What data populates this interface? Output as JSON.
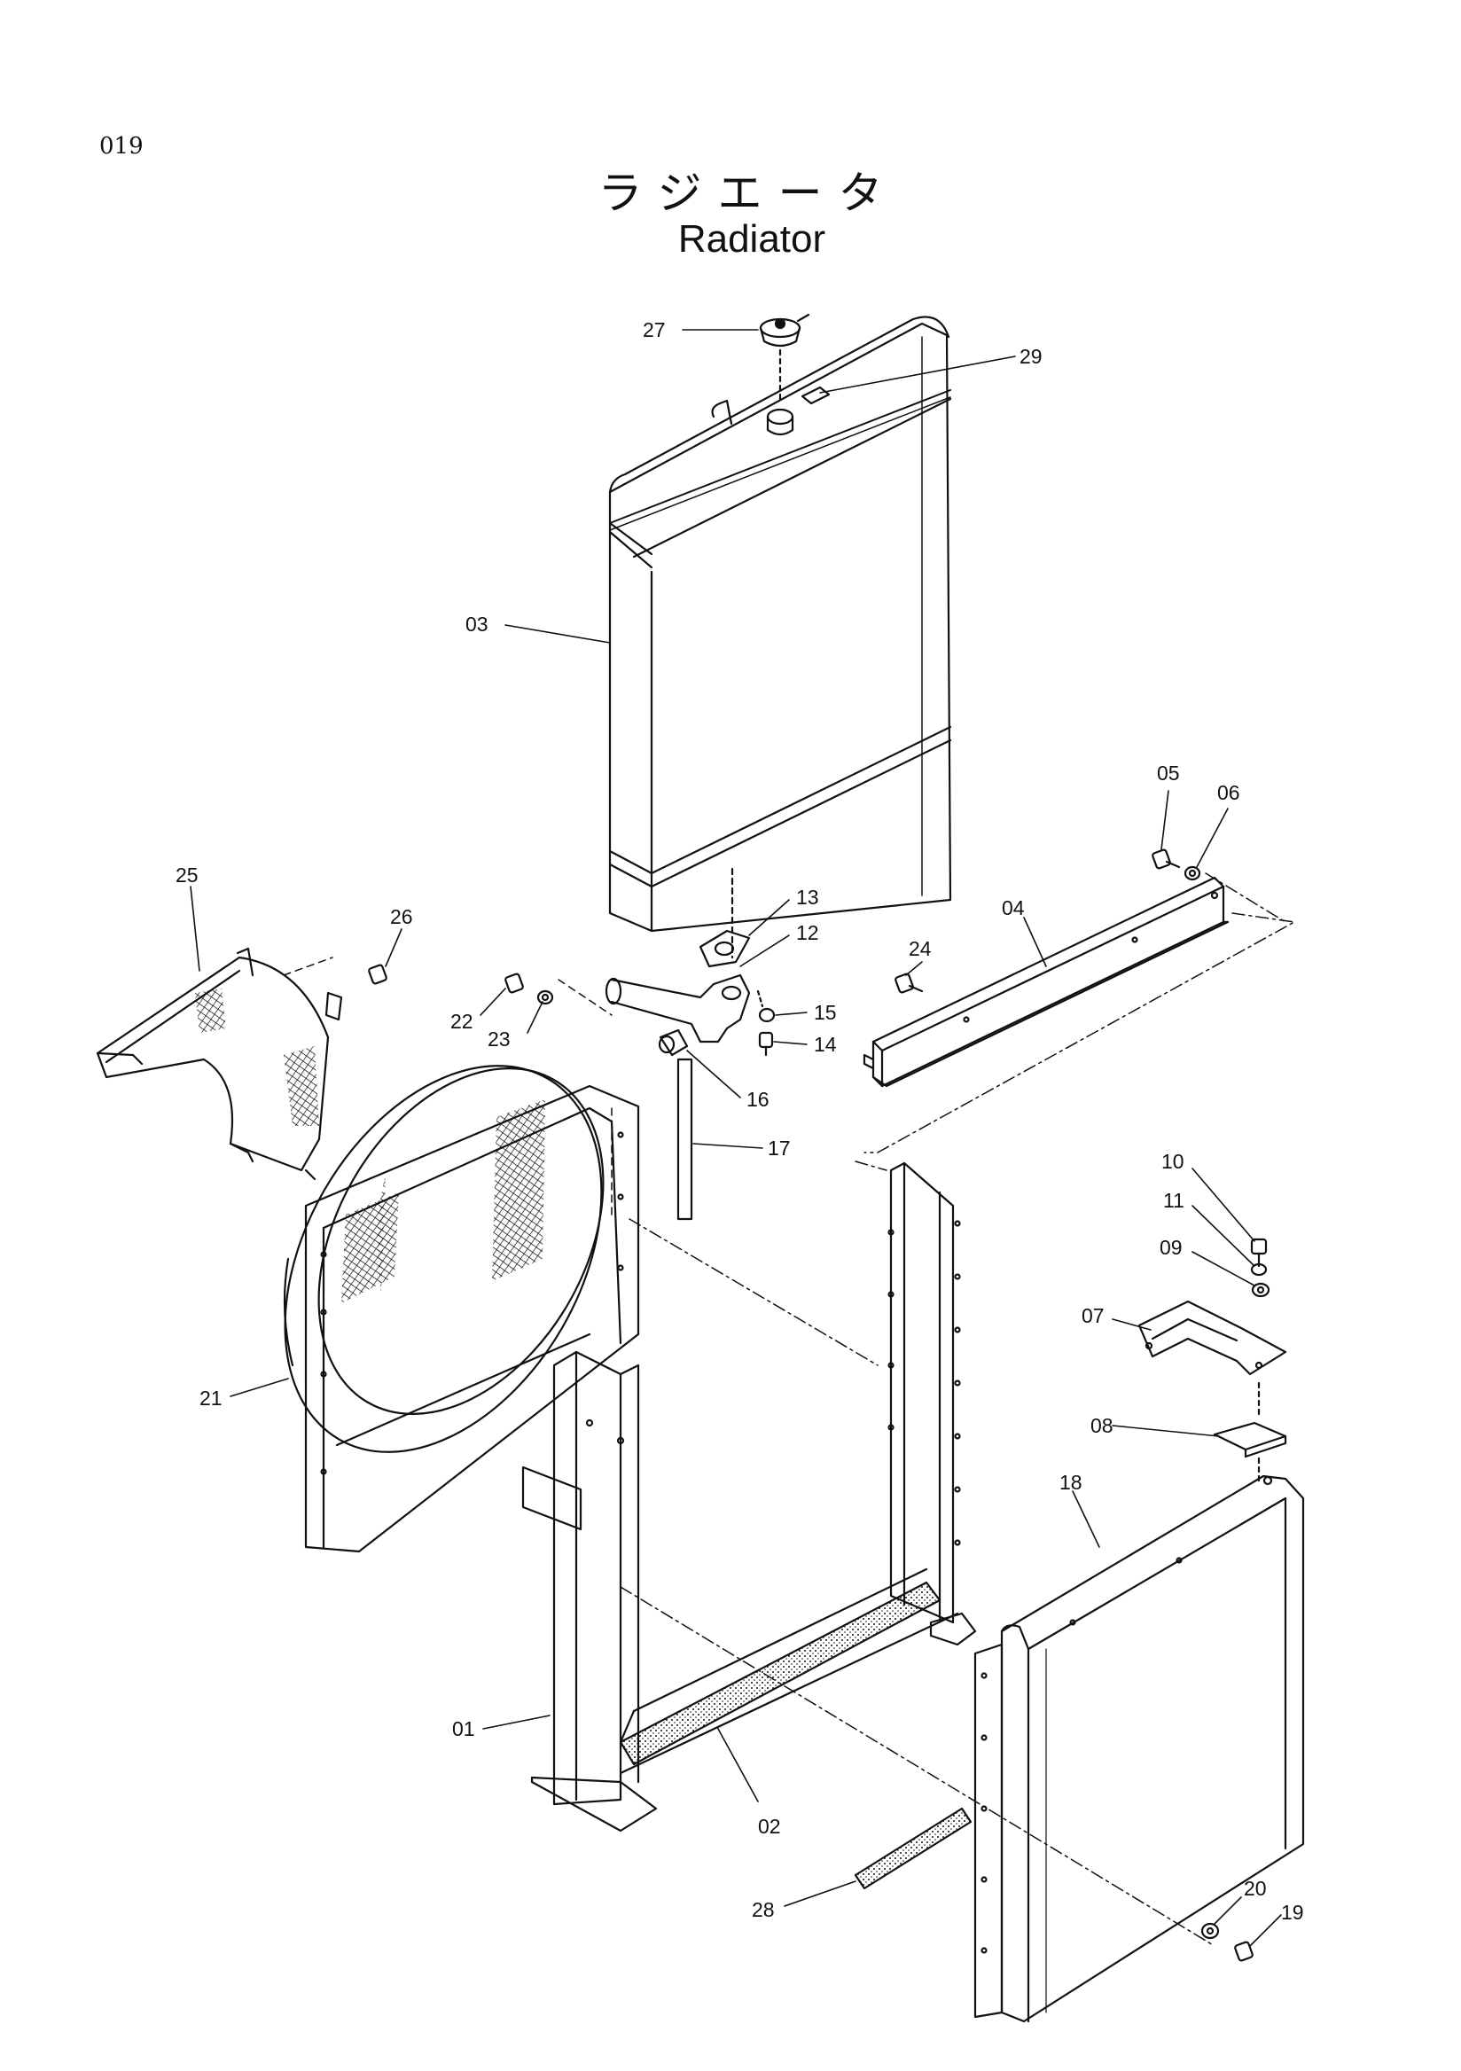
{
  "page_number": "019",
  "title_jp": "ラジエータ",
  "title_en": "Radiator",
  "callouts": [
    {
      "id": "c27",
      "label": "27"
    },
    {
      "id": "c29",
      "label": "29"
    },
    {
      "id": "c03",
      "label": "03"
    },
    {
      "id": "c05",
      "label": "05"
    },
    {
      "id": "c06",
      "label": "06"
    },
    {
      "id": "c04",
      "label": "04"
    },
    {
      "id": "c25",
      "label": "25"
    },
    {
      "id": "c26",
      "label": "26"
    },
    {
      "id": "c13",
      "label": "13"
    },
    {
      "id": "c12",
      "label": "12"
    },
    {
      "id": "c24",
      "label": "24"
    },
    {
      "id": "c22",
      "label": "22"
    },
    {
      "id": "c23",
      "label": "23"
    },
    {
      "id": "c15",
      "label": "15"
    },
    {
      "id": "c14",
      "label": "14"
    },
    {
      "id": "c16",
      "label": "16"
    },
    {
      "id": "c17",
      "label": "17"
    },
    {
      "id": "c10",
      "label": "10"
    },
    {
      "id": "c11",
      "label": "11"
    },
    {
      "id": "c09",
      "label": "09"
    },
    {
      "id": "c07",
      "label": "07"
    },
    {
      "id": "c21",
      "label": "21"
    },
    {
      "id": "c08",
      "label": "08"
    },
    {
      "id": "c18",
      "label": "18"
    },
    {
      "id": "c01",
      "label": "01"
    },
    {
      "id": "c02",
      "label": "02"
    },
    {
      "id": "c28",
      "label": "28"
    },
    {
      "id": "c20",
      "label": "20"
    },
    {
      "id": "c19",
      "label": "19"
    }
  ]
}
